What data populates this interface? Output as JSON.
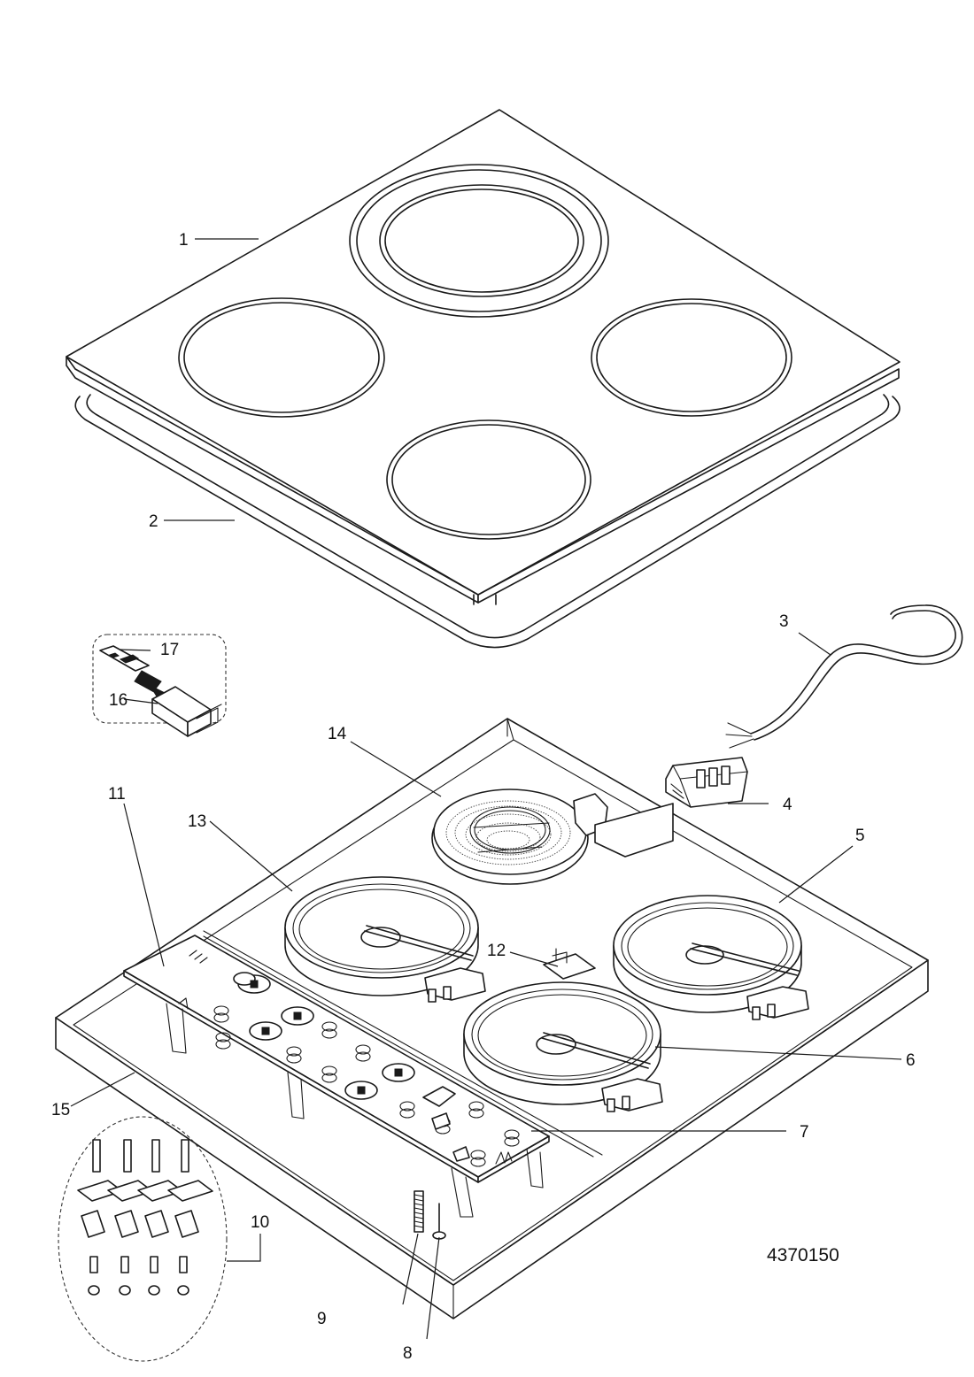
{
  "diagram": {
    "drawing_number": "4370150",
    "callouts": [
      "1",
      "2",
      "3",
      "4",
      "5",
      "6",
      "7",
      "8",
      "9",
      "10",
      "11",
      "12",
      "13",
      "14",
      "15",
      "16",
      "17"
    ]
  }
}
